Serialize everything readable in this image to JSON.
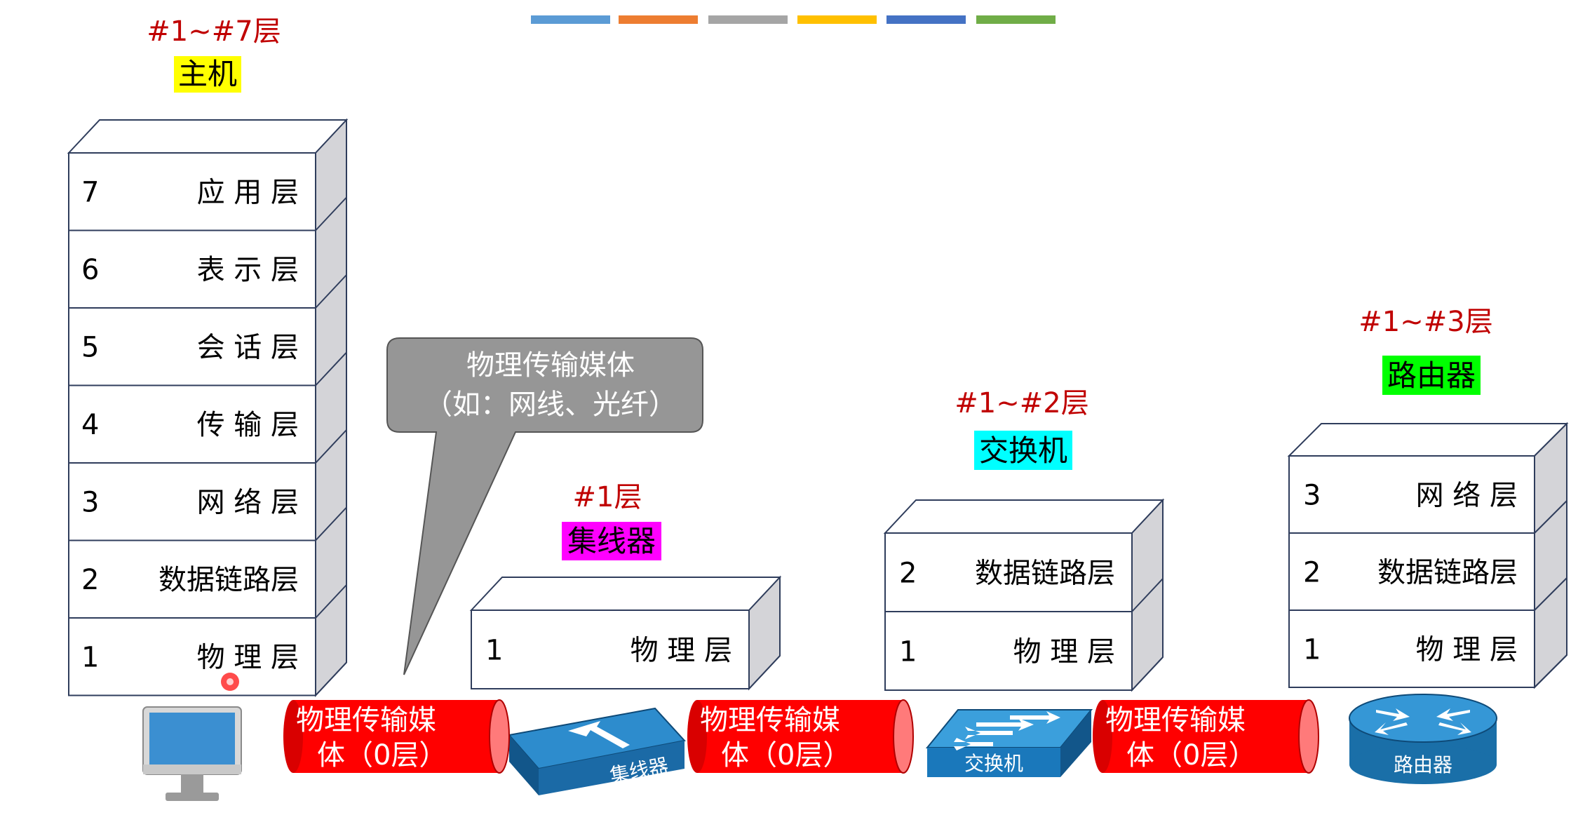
{
  "colors": {
    "palette_bars": [
      "#5b9bd5",
      "#ed7d31",
      "#a5a5a5",
      "#ffc000",
      "#4472c4",
      "#70ad47"
    ],
    "device_label_red": "#c00000",
    "highlight_host": "#ffff00",
    "highlight_hub": "#ff00ff",
    "highlight_switch": "#00ffff",
    "highlight_router": "#00ff00",
    "medium_red": "#ff0000",
    "device_blue": "#1a6fa8",
    "cube_side": "#d4d4d8",
    "cube_edge": "#2f3d5c"
  },
  "host": {
    "range_label": "#1~#7层",
    "name": "主机",
    "icon": "computer-monitor-icon",
    "layers": [
      {
        "num": "7",
        "name": "应 用 层"
      },
      {
        "num": "6",
        "name": "表 示 层"
      },
      {
        "num": "5",
        "name": "会 话 层"
      },
      {
        "num": "4",
        "name": "传 输 层"
      },
      {
        "num": "3",
        "name": "网 络 层"
      },
      {
        "num": "2",
        "name": "数据链路层"
      },
      {
        "num": "1",
        "name": "物 理 层"
      }
    ]
  },
  "callout": {
    "line1": "物理传输媒体",
    "line2": "（如：网线、光纤）"
  },
  "hub": {
    "range_label": "#1层",
    "name": "集线器",
    "icon": "hub-icon",
    "icon_label": "集线器",
    "layers": [
      {
        "num": "1",
        "name": "物 理 层"
      }
    ]
  },
  "switch": {
    "range_label": "#1~#2层",
    "name": "交换机",
    "icon": "switch-icon",
    "icon_label": "交换机",
    "layers": [
      {
        "num": "2",
        "name": "数据链路层"
      },
      {
        "num": "1",
        "name": "物 理 层"
      }
    ]
  },
  "router": {
    "range_label": "#1~#3层",
    "name": "路由器",
    "icon": "router-icon",
    "icon_label": "路由器",
    "layers": [
      {
        "num": "3",
        "name": "网 络 层"
      },
      {
        "num": "2",
        "name": "数据链路层"
      },
      {
        "num": "1",
        "name": "物 理 层"
      }
    ]
  },
  "media": [
    {
      "line1": "物理传输媒",
      "line2": "体（0层）"
    },
    {
      "line1": "物理传输媒",
      "line2": "体（0层）"
    },
    {
      "line1": "物理传输媒",
      "line2": "体（0层）"
    }
  ]
}
